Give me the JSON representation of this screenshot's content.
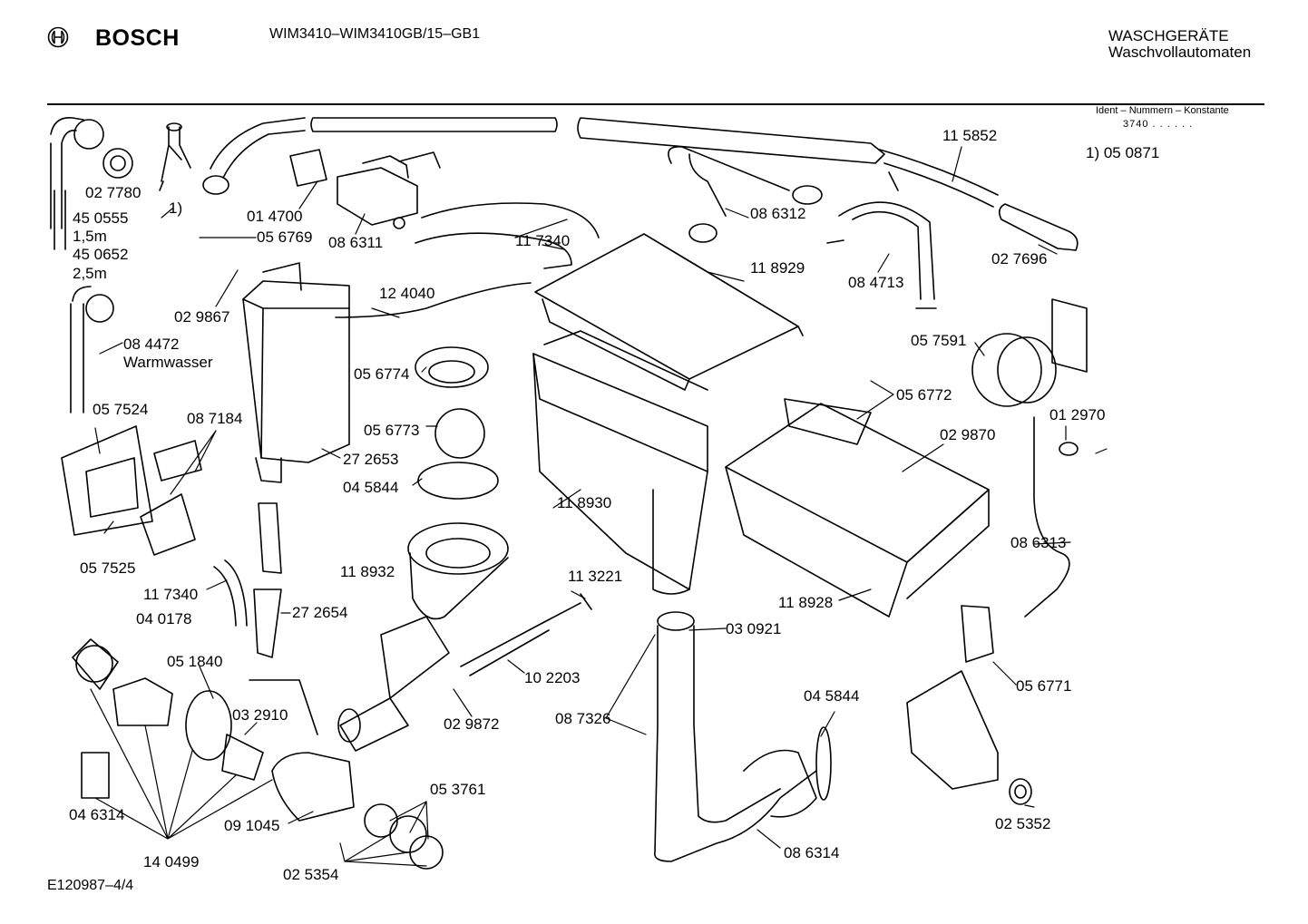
{
  "header": {
    "brand": "BOSCH",
    "model": "WIM3410–WIM3410GB/15–GB1",
    "category_line1": "WASCHGERÄTE",
    "category_line2": "Waschvollautomaten",
    "ident_title": "Ident – Nummern – Konstante",
    "ident_value": "3740 . . . . . ."
  },
  "footnote": "1) 05 0871",
  "document_ref": "E120987–4/4",
  "logo_icon": "bosch-armature-icon",
  "part_labels": [
    {
      "id": "p1",
      "text": "02 7780"
    },
    {
      "id": "p2",
      "text": "1)"
    },
    {
      "id": "p3",
      "text": "45 0555"
    },
    {
      "id": "p4",
      "text": "1,5m"
    },
    {
      "id": "p5",
      "text": "45 0652"
    },
    {
      "id": "p6",
      "text": "2,5m"
    },
    {
      "id": "p7",
      "text": "01 4700"
    },
    {
      "id": "p8",
      "text": "08 6311"
    },
    {
      "id": "p9",
      "text": "05 6769"
    },
    {
      "id": "p10",
      "text": "02 9867"
    },
    {
      "id": "p11",
      "text": "12 4040"
    },
    {
      "id": "p12",
      "text": "11 7340"
    },
    {
      "id": "p13",
      "text": "08 6312"
    },
    {
      "id": "p14",
      "text": "11 8929"
    },
    {
      "id": "p15",
      "text": "08 4713"
    },
    {
      "id": "p16",
      "text": "11 5852"
    },
    {
      "id": "p17",
      "text": "02 7696"
    },
    {
      "id": "p18",
      "text": "08 4472"
    },
    {
      "id": "p19",
      "text": "Warmwasser"
    },
    {
      "id": "p20",
      "text": "05 6774"
    },
    {
      "id": "p21",
      "text": "05 6773"
    },
    {
      "id": "p22",
      "text": "27 2653"
    },
    {
      "id": "p23",
      "text": "04 5844"
    },
    {
      "id": "p24",
      "text": "05 7591"
    },
    {
      "id": "p25",
      "text": "05 6772"
    },
    {
      "id": "p26",
      "text": "02 9870"
    },
    {
      "id": "p27",
      "text": "01 2970"
    },
    {
      "id": "p28",
      "text": "05 7524"
    },
    {
      "id": "p29",
      "text": "08 7184"
    },
    {
      "id": "p30",
      "text": "11 8930"
    },
    {
      "id": "p31",
      "text": "05 7525"
    },
    {
      "id": "p32",
      "text": "11 8932"
    },
    {
      "id": "p33",
      "text": "08 6313"
    },
    {
      "id": "p34",
      "text": "11 3221"
    },
    {
      "id": "p35",
      "text": "11 7340"
    },
    {
      "id": "p36",
      "text": "27 2654"
    },
    {
      "id": "p37",
      "text": "11 8928"
    },
    {
      "id": "p38",
      "text": "04 0178"
    },
    {
      "id": "p39",
      "text": "03 0921"
    },
    {
      "id": "p40",
      "text": "05 1840"
    },
    {
      "id": "p41",
      "text": "10 2203"
    },
    {
      "id": "p42",
      "text": "05 6771"
    },
    {
      "id": "p43",
      "text": "04 5844"
    },
    {
      "id": "p44",
      "text": "08 7326"
    },
    {
      "id": "p45",
      "text": "02 9872"
    },
    {
      "id": "p46",
      "text": "03 2910"
    },
    {
      "id": "p47",
      "text": "05 3761"
    },
    {
      "id": "p48",
      "text": "02 5352"
    },
    {
      "id": "p49",
      "text": "04 6314"
    },
    {
      "id": "p50",
      "text": "09 1045"
    },
    {
      "id": "p51",
      "text": "08 6314"
    },
    {
      "id": "p52",
      "text": "14 0499"
    },
    {
      "id": "p53",
      "text": "02 5354"
    }
  ]
}
